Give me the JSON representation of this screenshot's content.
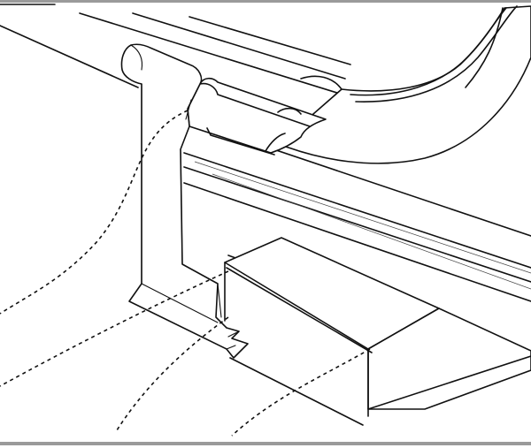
{
  "diagram": {
    "kind": "technical-line-illustration",
    "colors": {
      "line": "#111111",
      "frame_border": "#9a9a9a",
      "background": "#ffffff",
      "fill": "#ffffff"
    },
    "parts": [
      {
        "id": "upper-rail",
        "label": ""
      },
      {
        "id": "curved-bracket",
        "label": ""
      },
      {
        "id": "lower-rail",
        "label": ""
      },
      {
        "id": "t-clip",
        "label": ""
      },
      {
        "id": "block",
        "label": ""
      }
    ],
    "leader_line_count": 4
  }
}
